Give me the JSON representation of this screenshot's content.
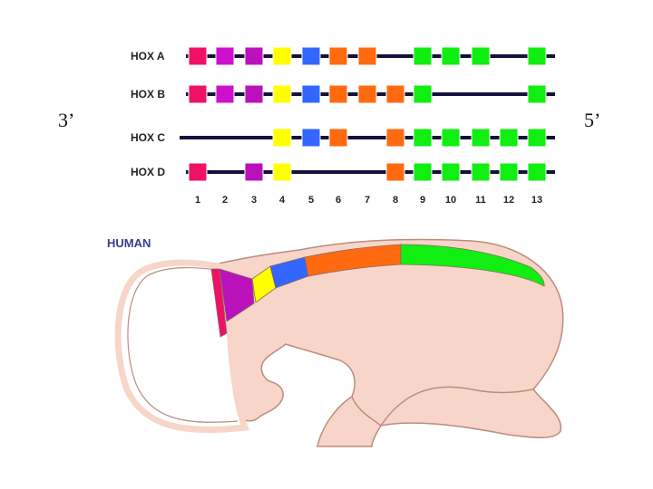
{
  "ends": {
    "left": "3’",
    "right": "5’"
  },
  "clusters": [
    {
      "name": "HOX A",
      "genes": [
        1,
        2,
        3,
        4,
        5,
        6,
        7,
        9,
        10,
        11,
        13
      ]
    },
    {
      "name": "HOX B",
      "genes": [
        1,
        2,
        3,
        4,
        5,
        6,
        7,
        8,
        9,
        13
      ]
    },
    {
      "name": "HOX C",
      "genes": [
        4,
        5,
        6,
        8,
        9,
        10,
        11,
        12,
        13
      ]
    },
    {
      "name": "HOX D",
      "genes": [
        1,
        3,
        4,
        8,
        9,
        10,
        11,
        12,
        13
      ]
    }
  ],
  "gene_numbers": [
    "1",
    "2",
    "3",
    "4",
    "5",
    "6",
    "7",
    "8",
    "9",
    "10",
    "11",
    "12",
    "13"
  ],
  "gene_colors": {
    "1": "#ee1166",
    "2": "#cc10cc",
    "3": "#bb11bb",
    "4": "#ffff00",
    "5": "#3366ff",
    "6": "#ff6a10",
    "7": "#ff6a10",
    "8": "#ff6a10",
    "9": "#11ee11",
    "10": "#11ee11",
    "11": "#11ee11",
    "12": "#11ee11",
    "13": "#11ee11"
  },
  "organism_label": "HUMAN",
  "colors": {
    "line": "#12123a",
    "body_fill": "#f7d5c8",
    "body_stroke": "#b98d80",
    "head_fill": "#ffffff"
  }
}
